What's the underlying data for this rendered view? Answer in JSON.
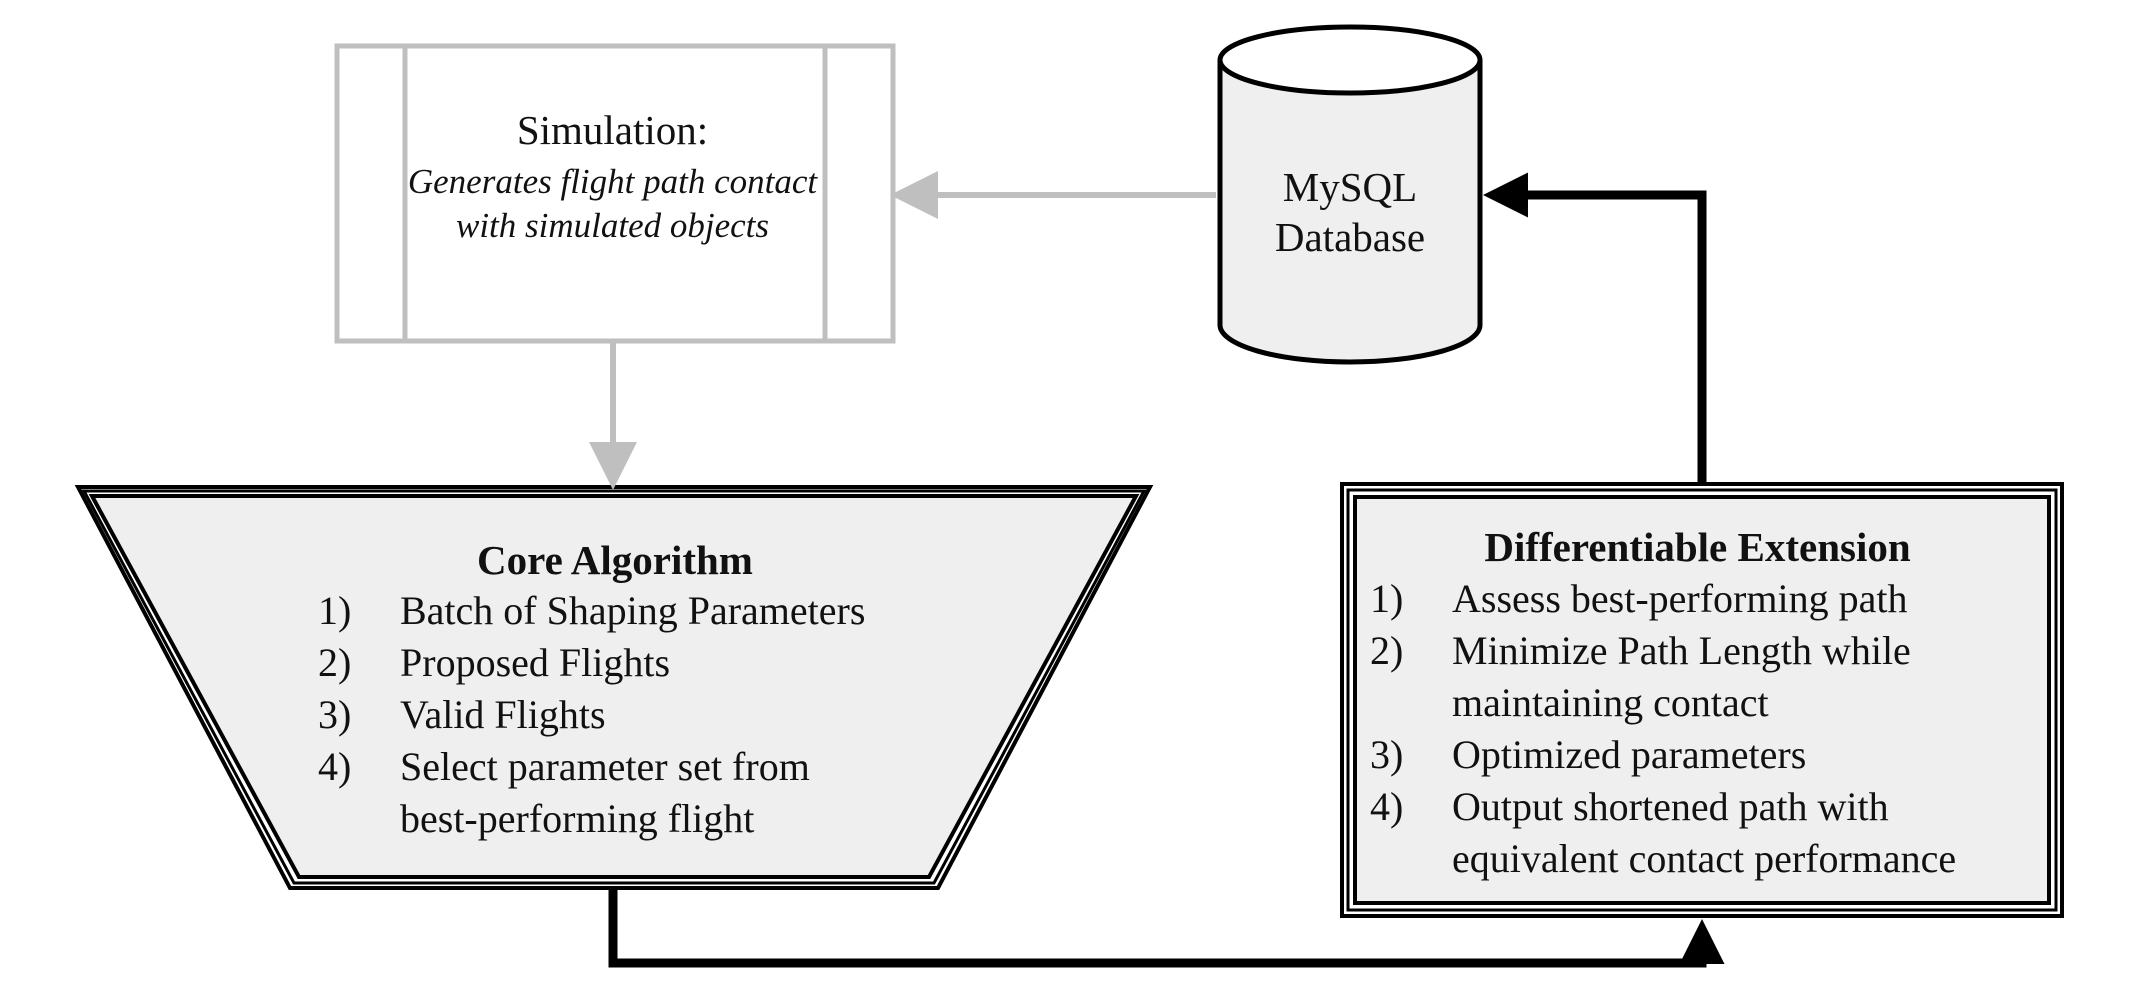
{
  "simulation": {
    "title": "Simulation:",
    "description": "Generates flight path contact with simulated objects"
  },
  "database": {
    "label_line1": "MySQL",
    "label_line2": "Database"
  },
  "core_algorithm": {
    "title": "Core Algorithm",
    "steps": [
      {
        "num": "1)",
        "text": "Batch of Shaping Parameters"
      },
      {
        "num": "2)",
        "text": "Proposed Flights"
      },
      {
        "num": "3)",
        "text": "Valid Flights"
      },
      {
        "num": "4)",
        "text": "Select parameter set from best-performing flight"
      }
    ]
  },
  "differentiable_extension": {
    "title": "Differentiable Extension",
    "steps": [
      {
        "num": "1)",
        "text": "Assess best-performing path"
      },
      {
        "num": "2)",
        "text": "Minimize Path Length while maintaining contact"
      },
      {
        "num": "3)",
        "text": "Optimized parameters"
      },
      {
        "num": "4)",
        "text": "Output shortened path with equivalent contact performance"
      }
    ]
  },
  "colors": {
    "box_fill": "#efefef",
    "gray_stroke": "#bfbfbf",
    "black_stroke": "#000000"
  }
}
